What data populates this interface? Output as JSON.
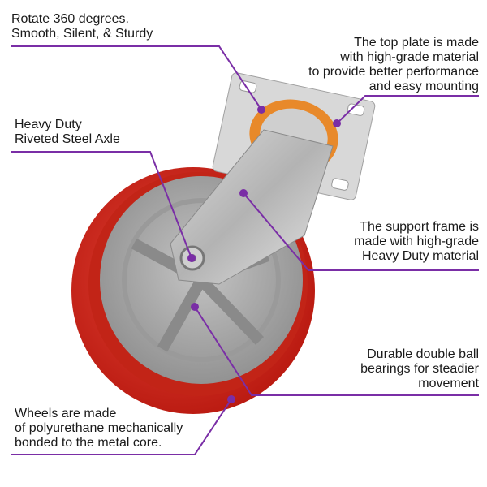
{
  "colors": {
    "accent": "#7a2ea6",
    "wheel": "#d42a1c",
    "metal": "#a9a9a9",
    "plate_ring": "#e8892a"
  },
  "callouts": [
    {
      "id": "rotate",
      "lines": [
        "Rotate 360 degrees.",
        "Smooth, Silent, & Sturdy"
      ]
    },
    {
      "id": "top-plate",
      "lines": [
        "The top plate is made",
        "with high-grade material",
        "to provide better performance",
        "and easy mounting"
      ]
    },
    {
      "id": "axle",
      "lines": [
        "Heavy Duty",
        "Riveted Steel Axle"
      ]
    },
    {
      "id": "support-frame",
      "lines": [
        "The support frame is",
        "made with high-grade",
        "Heavy Duty material"
      ]
    },
    {
      "id": "bearings",
      "lines": [
        "Durable double ball",
        "bearings for steadier",
        "movement"
      ]
    },
    {
      "id": "wheel",
      "lines": [
        "Wheels are made",
        "of polyurethane mechanically",
        "bonded to the metal core."
      ]
    }
  ]
}
